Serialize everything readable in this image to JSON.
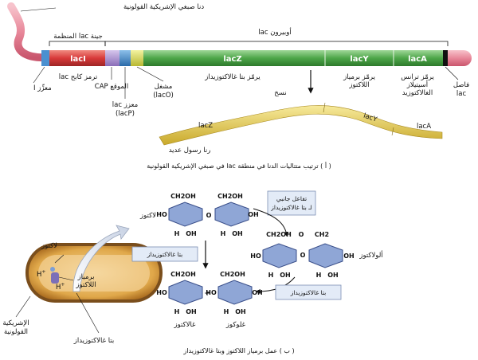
{
  "part_a": {
    "ecoli_dna": "دنا صبغي الإشريكية القولونية",
    "regulatory_gene_label": "جينة lac المنظمة",
    "operon_label": "أوبيرون lac",
    "lacI_box": "lacI",
    "lacZ_box": "lacZ",
    "lacY_box": "lacY",
    "lacA_box": "lacA",
    "insulator": "معزِّز I",
    "lacI_codes": "ترمز كابح lac",
    "cap_site": "الموقع CAP",
    "lacP_line1": "معزز lac",
    "lacP_line2": "(lacP)",
    "operator_line1": "مشغل",
    "operator_line2": "(lacO)",
    "lacZ_code": "يرمّز بتا غالاكتوزيداز",
    "lacY_code_line1": "يرمّز برمياز",
    "lacY_code_line2": "اللاكتوز",
    "lacA_code_line1": "يرمّز ترانس",
    "lacA_code_line2": "أسيتيلاز",
    "lacA_code_line3": "الغالاكتوزيد",
    "terminator_line1": "فاصل",
    "terminator_line2": "lac",
    "transcription": "نسخ",
    "mrna_lacZ": "lacZ",
    "mrna_lacY": "lacY",
    "mrna_lacA": "lacA",
    "polycistronic": "رنا رسول عديد",
    "caption": "( أ ) ترتيب متتاليات الدنا في منطقة lac في صبغي الإشريكية القولونية"
  },
  "part_b": {
    "lactose": "لاكتوز",
    "allolactose": "ألولاكتوز",
    "galactose": "غالاكتوز",
    "glucose": "غلوكوز",
    "side_reaction_line1": "تفاعل جانبي",
    "side_reaction_line2": "لـ بتا غالاكتوزيداز",
    "beta_gal_box_left": "بتا غالاكتوزيداز",
    "beta_gal_box_right": "بتا غالاكتوزيداز",
    "cell_lactose": "لاكتوز",
    "cell_permease_line1": "برمياز",
    "cell_permease_line2": "اللاكتوز",
    "cell_ecoli_line1": "الإشريكية",
    "cell_ecoli_line2": "القولونية",
    "cell_beta_gal": "بتا غالاكتوزيداز",
    "h_plus": "H",
    "plus_sign": "+",
    "ring": {
      "ch2oh": "CH2OH",
      "oh": "OH",
      "ho": "HO",
      "h": "H",
      "o": "O",
      "ch2": "CH2"
    },
    "caption": "( ب ) عمل برمياز اللاكتوز وبتا غالاكتوزيداز"
  },
  "colors": {
    "dna_pink": "#e8889a",
    "lacI_red": "#d83a3a",
    "lacZ_green": "#4ea649",
    "cap_purple": "#a58ccc",
    "lacP_blue": "#3a86c8",
    "lacO_yellow": "#d8d84a",
    "mrna_yellow": "#e6d04a",
    "ring_blue": "#8fa6d6",
    "box_blue": "#e3ebf7",
    "cell_tan": "#e0a84a"
  }
}
